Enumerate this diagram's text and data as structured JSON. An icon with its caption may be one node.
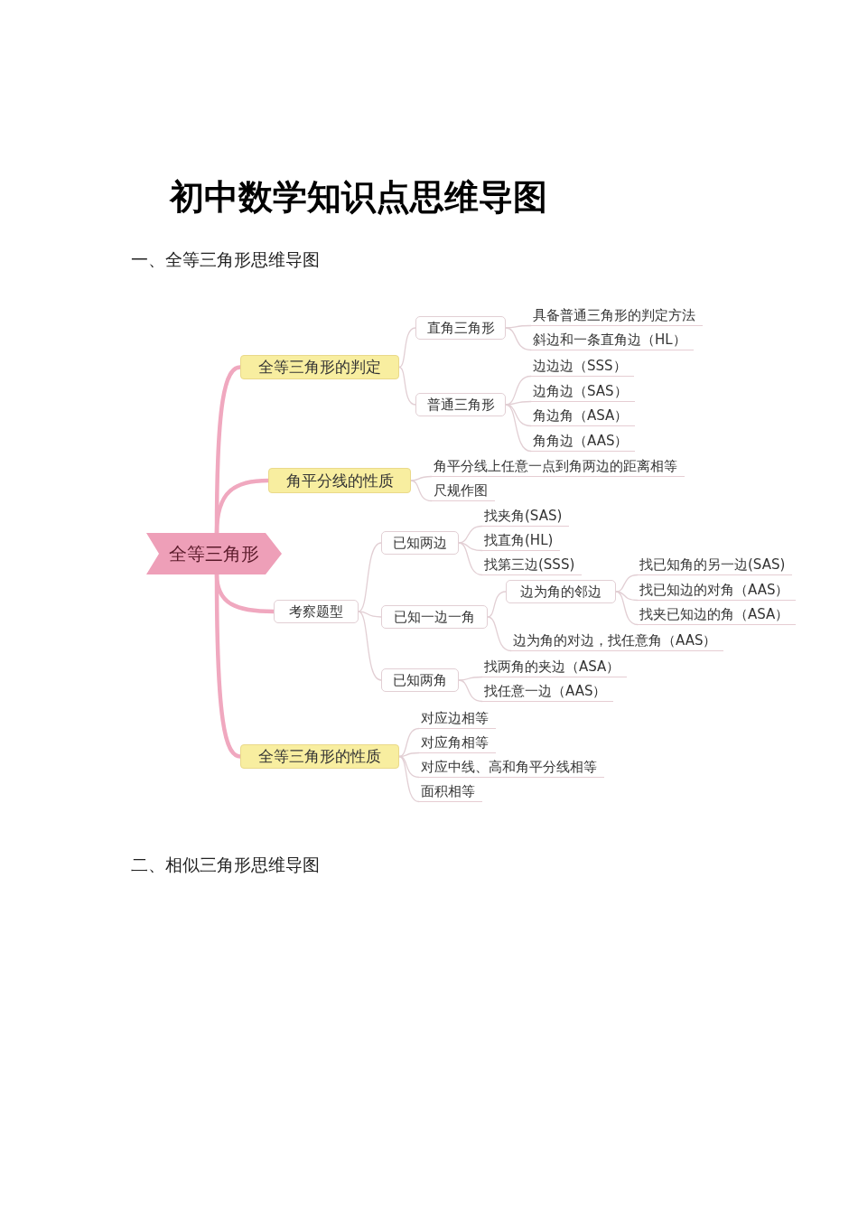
{
  "diagram": {
    "title": "初中数学知识点思维导图",
    "nodes": [
      {
        "text": [
          "全等三角形"
        ]
      },
      {
        "text": [
          "全等三角形的判定"
        ]
      },
      {
        "text": [
          "直角三角形"
        ]
      },
      {
        "text": [
          "具备普通三角形的判定方法"
        ]
      },
      {
        "text": [
          "斜边和一条直角边（HL）"
        ]
      },
      {
        "text": [
          "普通三角形"
        ]
      },
      {
        "text": [
          "边边边（SSS）"
        ]
      },
      {
        "text": [
          "边角边（SAS）"
        ]
      },
      {
        "text": [
          "角边角（ASA）"
        ]
      },
      {
        "text": [
          "角角边（AAS）"
        ]
      },
      {
        "text": [
          "角平分线的性质"
        ]
      },
      {
        "text": [
          "角平分线上任意一点到角两边的距离相等"
        ]
      },
      {
        "text": [
          "尺规作图"
        ]
      },
      {
        "text": [
          "考察题型"
        ]
      },
      {
        "text": [
          "已知两边"
        ]
      },
      {
        "text": [
          "找夹角(SAS)"
        ]
      },
      {
        "text": [
          "找直角(HL)"
        ]
      },
      {
        "text": [
          "找第三边(SSS)"
        ]
      },
      {
        "text": [
          "已知一边一角"
        ]
      },
      {
        "text": [
          "边为角的邻边"
        ]
      },
      {
        "text": [
          "找已知角的另一边(SAS)"
        ]
      },
      {
        "text": [
          "找已知边的对角（AAS）"
        ]
      },
      {
        "text": [
          "找夹已知边的角（ASA）"
        ]
      },
      {
        "text": [
          "边为角的对边，找任意角（AAS）"
        ]
      },
      {
        "text": [
          "已知两角"
        ]
      },
      {
        "text": [
          "找两角的夹边（ASA）"
        ]
      },
      {
        "text": [
          "找任意一边（AAS）"
        ]
      },
      {
        "text": [
          "全等三角形的性质"
        ]
      },
      {
        "text": [
          "对应边相等"
        ]
      },
      {
        "text": [
          "对应角相等"
        ]
      },
      {
        "text": [
          "对应中线、高和角平分线相等"
        ]
      },
      {
        "text": [
          "面积相等"
        ]
      }
    ],
    "edges": [
      {
        "from": 0,
        "to": 1,
        "arrow": "none",
        "style": "thick",
        "color": "#f0a8bf"
      },
      {
        "from": 0,
        "to": 10,
        "arrow": "none",
        "style": "thick",
        "color": "#f0a8bf"
      },
      {
        "from": 0,
        "to": 13,
        "arrow": "none",
        "style": "thick",
        "color": "#f0a8bf"
      },
      {
        "from": 0,
        "to": 27,
        "arrow": "none",
        "style": "thick",
        "color": "#f0a8bf"
      },
      {
        "from": 1,
        "to": 2,
        "arrow": "none"
      },
      {
        "from": 1,
        "to": 5,
        "arrow": "none"
      },
      {
        "from": 2,
        "to": 3,
        "arrow": "none"
      },
      {
        "from": 2,
        "to": 4,
        "arrow": "none"
      },
      {
        "from": 5,
        "to": 6,
        "arrow": "none"
      },
      {
        "from": 5,
        "to": 7,
        "arrow": "none"
      },
      {
        "from": 5,
        "to": 8,
        "arrow": "none"
      },
      {
        "from": 5,
        "to": 9,
        "arrow": "none"
      },
      {
        "from": 10,
        "to": 11,
        "arrow": "none"
      },
      {
        "from": 10,
        "to": 12,
        "arrow": "none"
      },
      {
        "from": 13,
        "to": 14,
        "arrow": "none"
      },
      {
        "from": 13,
        "to": 18,
        "arrow": "none"
      },
      {
        "from": 13,
        "to": 24,
        "arrow": "none"
      },
      {
        "from": 14,
        "to": 15,
        "arrow": "none"
      },
      {
        "from": 14,
        "to": 16,
        "arrow": "none"
      },
      {
        "from": 14,
        "to": 17,
        "arrow": "none"
      },
      {
        "from": 18,
        "to": 19,
        "arrow": "none"
      },
      {
        "from": 18,
        "to": 23,
        "arrow": "none"
      },
      {
        "from": 19,
        "to": 20,
        "arrow": "none"
      },
      {
        "from": 19,
        "to": 21,
        "arrow": "none"
      },
      {
        "from": 19,
        "to": 22,
        "arrow": "none"
      },
      {
        "from": 24,
        "to": 25,
        "arrow": "none"
      },
      {
        "from": 24,
        "to": 26,
        "arrow": "none"
      },
      {
        "from": 27,
        "to": 28,
        "arrow": "none"
      },
      {
        "from": 27,
        "to": 29,
        "arrow": "none"
      },
      {
        "from": 27,
        "to": 30,
        "arrow": "none"
      },
      {
        "from": 27,
        "to": 31,
        "arrow": "none"
      }
    ],
    "labels": [
      "一、全等三角形思维导图",
      "二、相似三角形思维导图"
    ]
  }
}
